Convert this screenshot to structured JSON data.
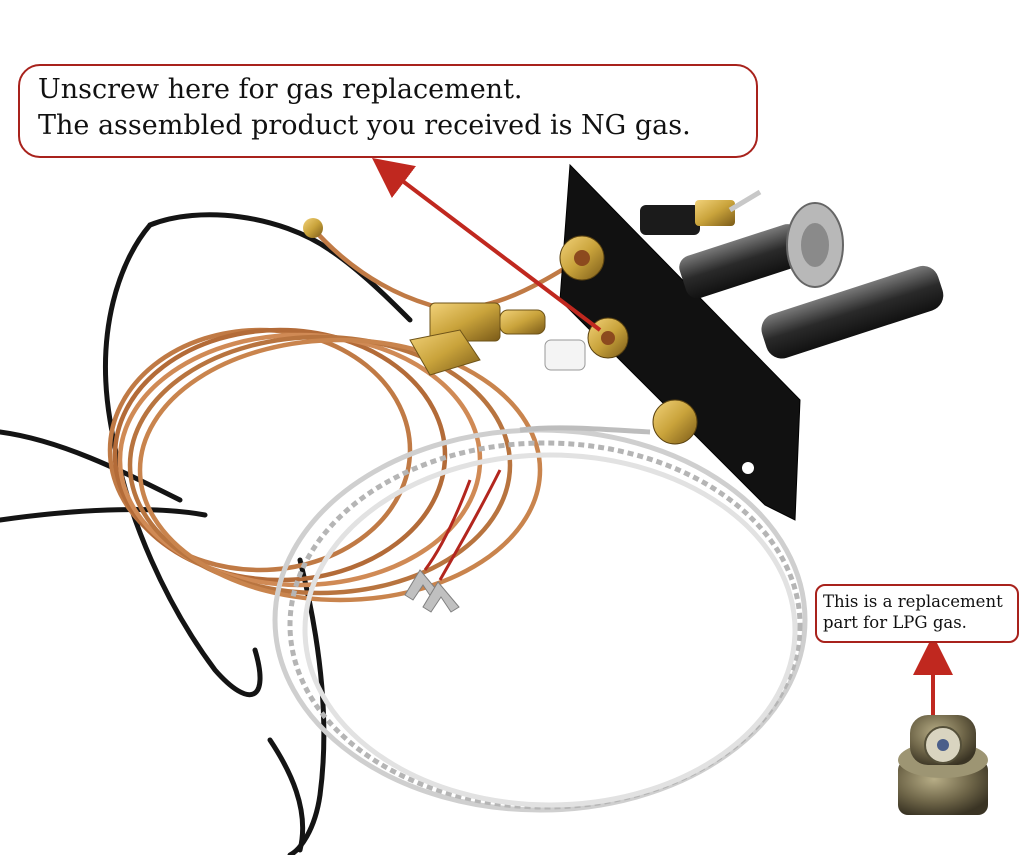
{
  "callouts": {
    "main": {
      "line1": "Unscrew here for gas replacement.",
      "line2": "The assembled product you received is NG gas."
    },
    "lpg": {
      "line1": "This is a replacement",
      "line2": "part for LPG gas."
    }
  },
  "colors": {
    "callout_border": "#a8221c",
    "arrow": "#c0281f",
    "copper": "#c07a45",
    "bracket": "#111111",
    "brass": "#c9a33b",
    "braided": "#d9d9d9"
  }
}
